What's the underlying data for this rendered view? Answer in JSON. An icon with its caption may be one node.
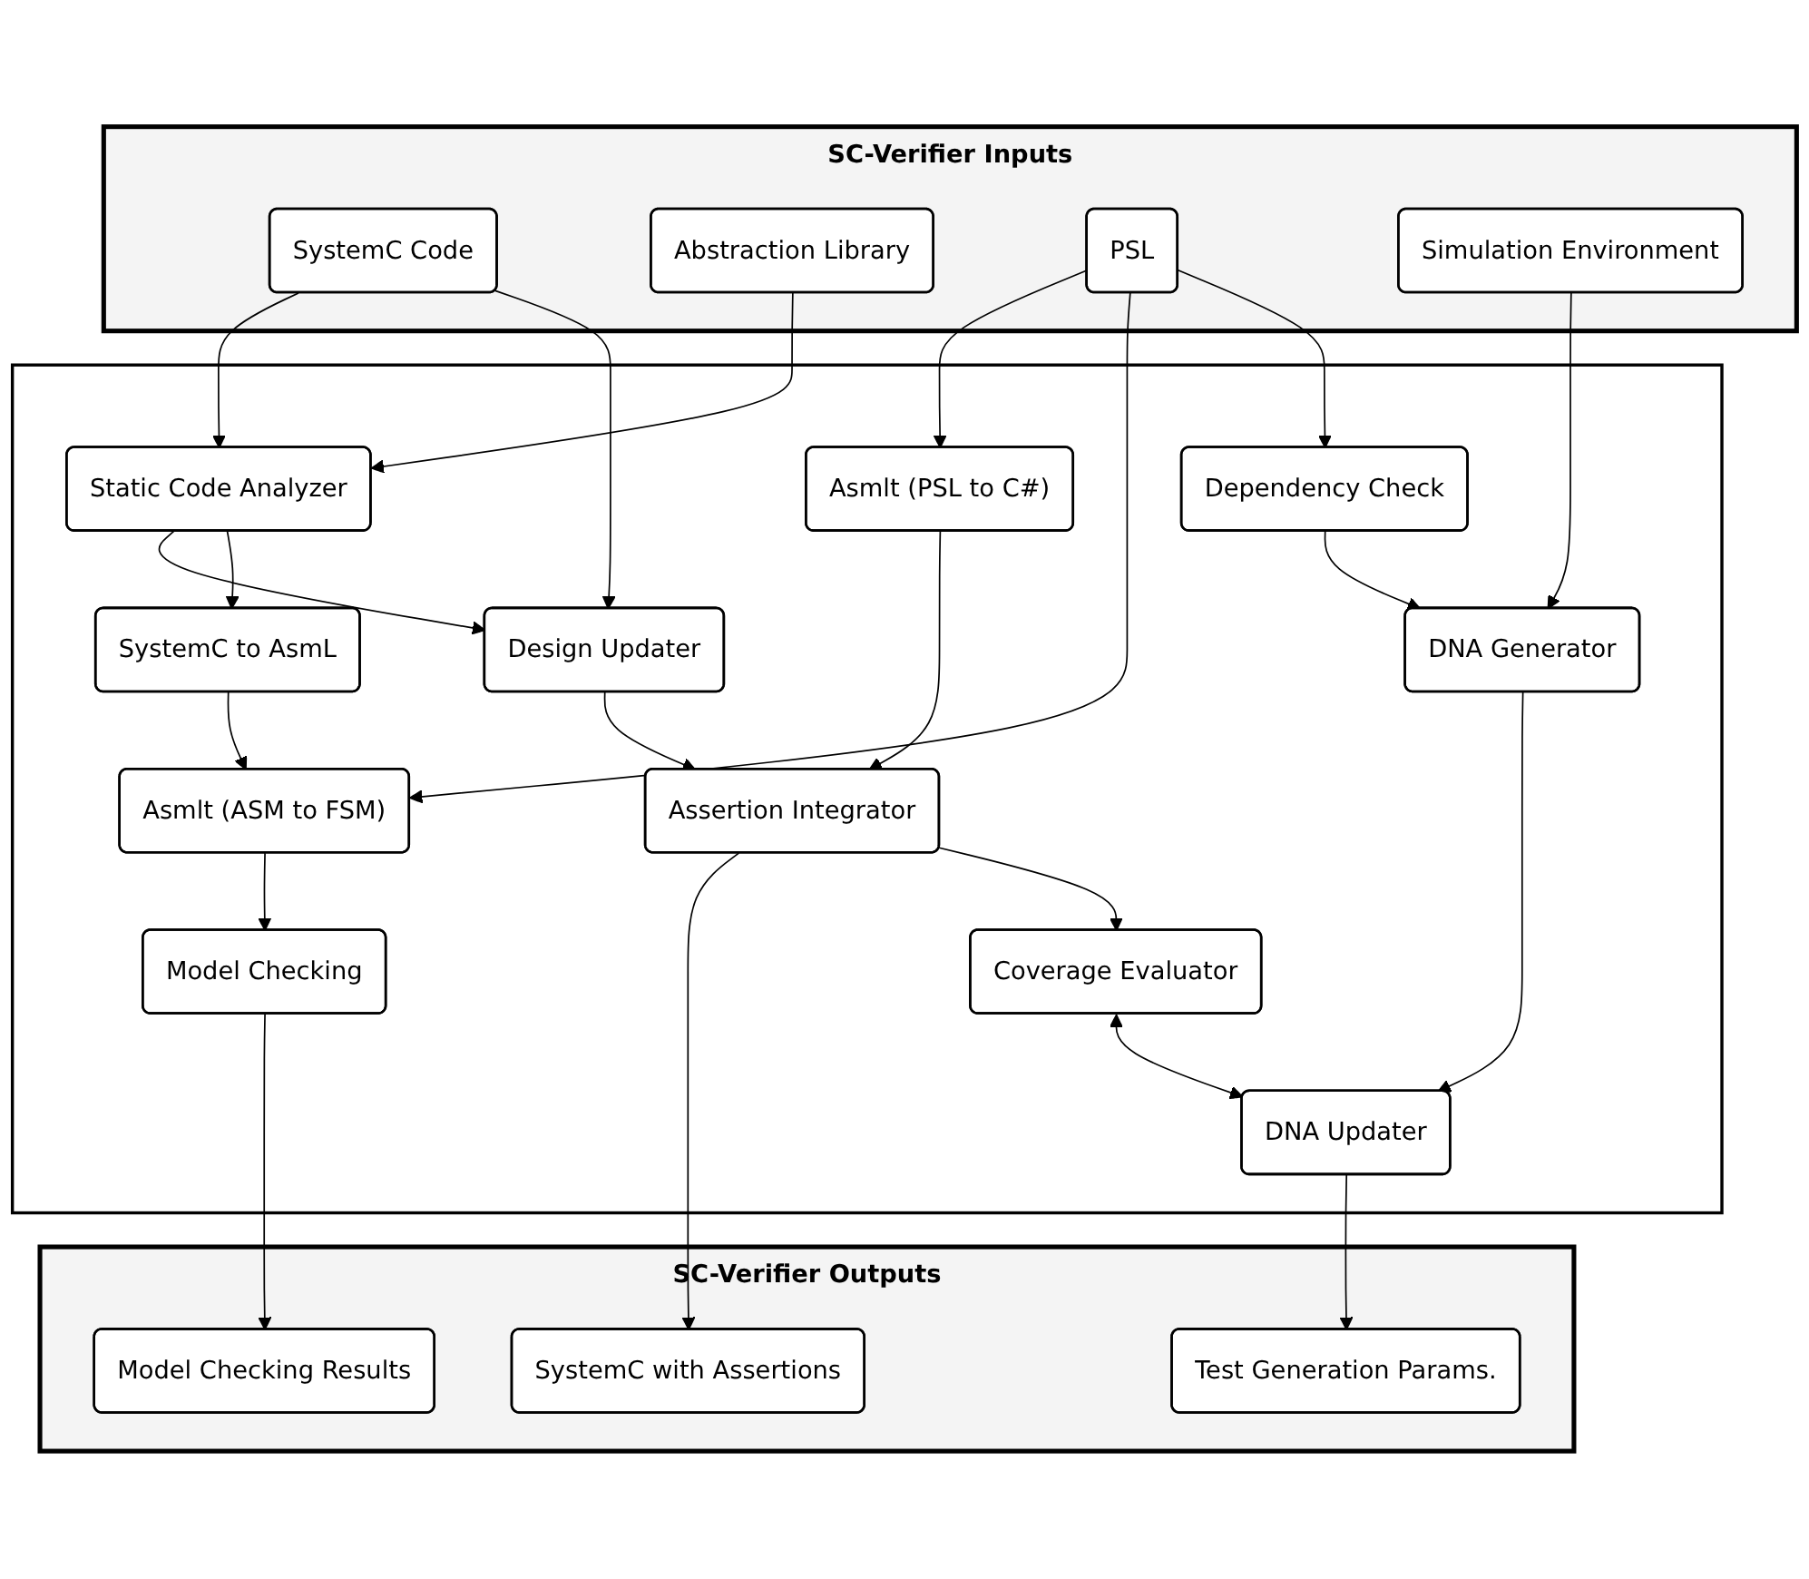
{
  "diagram": {
    "nodes": [
      {
        "text": [
          "SC-Verifier Inputs"
        ]
      },
      {
        "text": [
          "SystemC Code"
        ],
        "in": 0
      },
      {
        "text": [
          "Abstraction Library"
        ],
        "in": 0
      },
      {
        "text": [
          "PSL"
        ],
        "in": 0
      },
      {
        "text": [
          "Simulation Environment"
        ],
        "in": 0
      },
      {
        "text": [],
        "shape": "box"
      },
      {
        "text": [
          "Static Code Analyzer"
        ],
        "in": 5
      },
      {
        "text": [
          "SystemC to AsmL"
        ],
        "in": 5
      },
      {
        "text": [
          "Asmlt (PSL to C#)"
        ],
        "in": 5
      },
      {
        "text": [
          "Asmlt (ASM to FSM)"
        ],
        "in": 5
      },
      {
        "text": [
          "Design Updater"
        ],
        "in": 5
      },
      {
        "text": [
          "Model Checking"
        ],
        "in": 5
      },
      {
        "text": [
          "Assertion Integrator"
        ],
        "in": 5
      },
      {
        "text": [
          "Dependency Check"
        ],
        "in": 5
      },
      {
        "text": [
          "DNA Generator"
        ],
        "in": 5
      },
      {
        "text": [
          "Coverage Evaluator"
        ],
        "in": 5
      },
      {
        "text": [
          "DNA Updater"
        ],
        "in": 5
      },
      {
        "text": [
          "SC-Verifier Outputs"
        ]
      },
      {
        "text": [
          "SystemC with Assertions"
        ],
        "in": 17
      },
      {
        "text": [
          "Model Checking Results"
        ],
        "in": 17
      },
      {
        "text": [
          "Test Generation Params."
        ],
        "in": 17
      }
    ],
    "edges": [
      {
        "from": 1,
        "to": 6,
        "arrow": "to"
      },
      {
        "from": 1,
        "to": 10,
        "arrow": "to"
      },
      {
        "from": 2,
        "to": 6,
        "arrow": "to"
      },
      {
        "from": 6,
        "to": 10,
        "arrow": "to"
      },
      {
        "from": 6,
        "to": 7,
        "arrow": "to"
      },
      {
        "from": 3,
        "to": 8,
        "arrow": "to"
      },
      {
        "from": 3,
        "to": 9,
        "arrow": "to"
      },
      {
        "from": 3,
        "to": 13,
        "arrow": "to"
      },
      {
        "from": 7,
        "to": 9,
        "arrow": "to"
      },
      {
        "from": 9,
        "to": 11,
        "arrow": "to"
      },
      {
        "from": 8,
        "to": 12,
        "arrow": "to"
      },
      {
        "from": 10,
        "to": 12,
        "arrow": "to"
      },
      {
        "from": 12,
        "to": 18,
        "arrow": "to"
      },
      {
        "from": 12,
        "to": 15,
        "arrow": "to"
      },
      {
        "from": 11,
        "to": 19,
        "arrow": "to"
      },
      {
        "from": 13,
        "to": 14,
        "arrow": "to"
      },
      {
        "from": 4,
        "to": 14,
        "arrow": "to"
      },
      {
        "from": 14,
        "to": 16,
        "arrow": "to"
      },
      {
        "from": 15,
        "to": 16,
        "arrow": "both"
      },
      {
        "from": 16,
        "to": 20,
        "arrow": "to"
      }
    ]
  }
}
